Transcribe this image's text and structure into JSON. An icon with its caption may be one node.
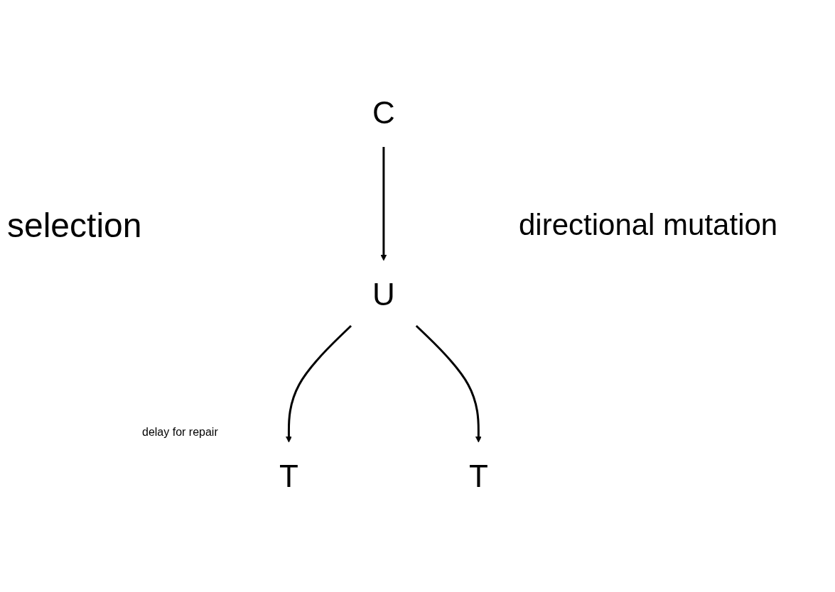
{
  "diagram": {
    "nodes": [
      {
        "text": [
          "C"
        ]
      },
      {
        "text": [
          "U"
        ]
      },
      {
        "text": [
          "T"
        ]
      },
      {
        "text": [
          "T"
        ]
      }
    ],
    "edges": [
      {
        "from": 0,
        "to": 1,
        "arrow": "to"
      },
      {
        "from": 1,
        "to": 2,
        "arrow": "to"
      },
      {
        "from": 1,
        "to": 3,
        "arrow": "to"
      }
    ],
    "labels": [
      "selection",
      "directional mutation",
      "delay for repair"
    ]
  }
}
